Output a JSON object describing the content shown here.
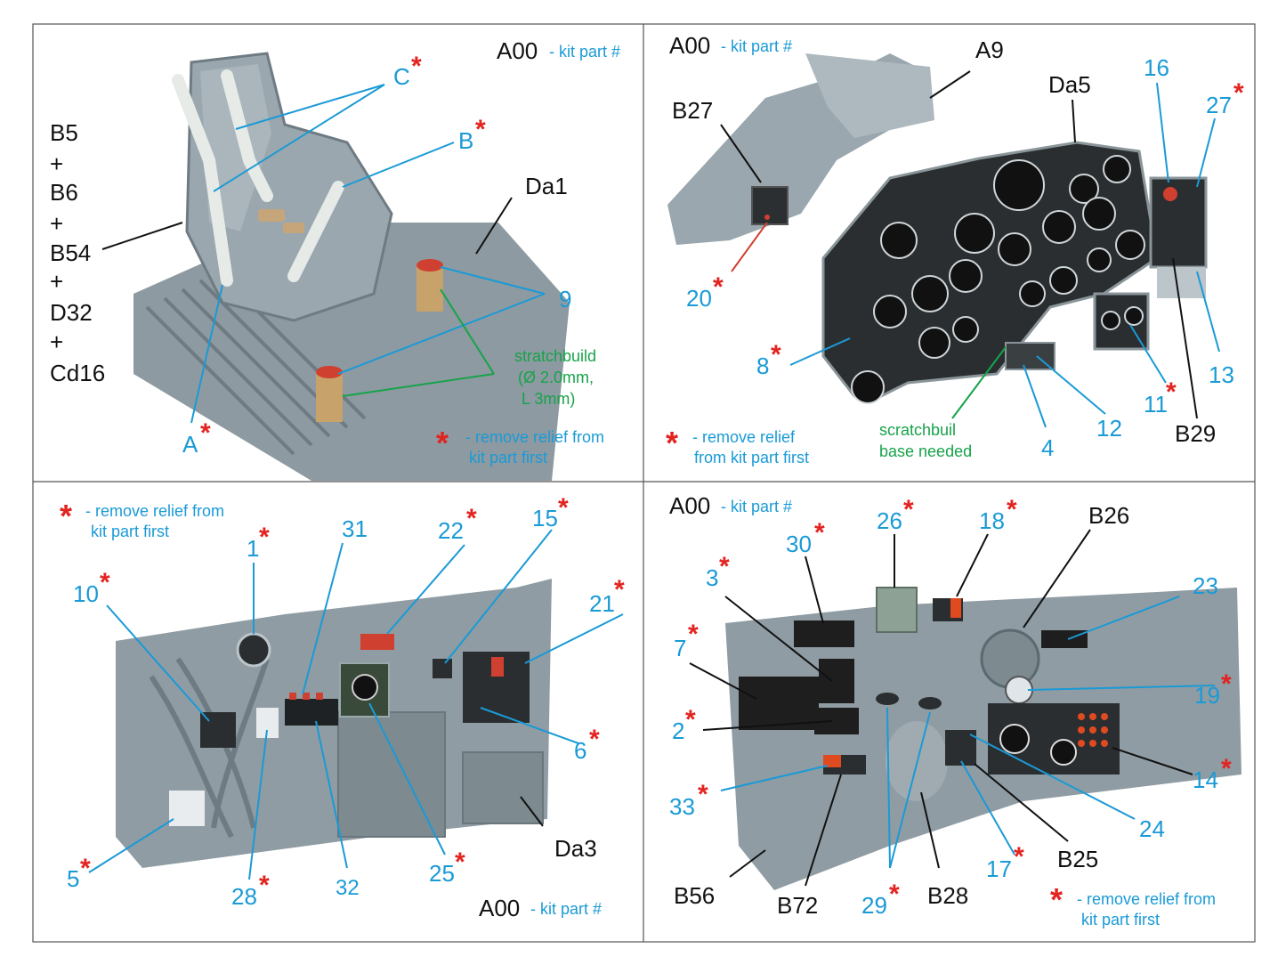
{
  "colors": {
    "callout_blue": "#1a9ad6",
    "callout_black": "#111111",
    "scratch_green": "#17a34a",
    "asterisk_red": "#e3231f",
    "part_gray": "#8f9ca3"
  },
  "kit_part_code": "A00",
  "kit_part_suffix": "- kit part #",
  "asterisk": "*",
  "remove_relief_line1": "- remove relief from",
  "remove_relief_line2": "kit part first",
  "remove_relief_alt_line1": "- remove relief",
  "remove_relief_alt_line2": "from kit part first",
  "panels": {
    "seat": {
      "stack": [
        "B5",
        "+",
        "B6",
        "+",
        "B54",
        "+",
        "D32",
        "+",
        "Cd16"
      ],
      "label_C": "C",
      "label_B": "B",
      "label_A": "A",
      "label_Da1": "Da1",
      "label_9": "9",
      "stretch_line1": "stratchbuild",
      "stretch_line2": "(Ø 2.0mm,",
      "stretch_line3": "L 3mm)"
    },
    "dash": {
      "A9": "A9",
      "B27": "B27",
      "Da5": "Da5",
      "n16": "16",
      "n27": "27",
      "n20": "20",
      "n8": "8",
      "n13": "13",
      "n11": "11",
      "n12": "12",
      "n4": "4",
      "B29": "B29",
      "scratch_line1": "scratchbuil",
      "scratch_line2": "base needed"
    },
    "left_wall": {
      "n1": "1",
      "n31": "31",
      "n22": "22",
      "n15": "15",
      "n10": "10",
      "n21": "21",
      "n6": "6",
      "n5": "5",
      "n28": "28",
      "n32": "32",
      "n25": "25",
      "Da3": "Da3"
    },
    "right_wall": {
      "n30": "30",
      "n26": "26",
      "n18": "18",
      "B26": "B26",
      "n3": "3",
      "n23": "23",
      "n7": "7",
      "n19": "19",
      "n2": "2",
      "n14": "14",
      "n33": "33",
      "n24": "24",
      "B25": "B25",
      "n17": "17",
      "B56": "B56",
      "B72": "B72",
      "n29": "29",
      "B28": "B28"
    }
  }
}
